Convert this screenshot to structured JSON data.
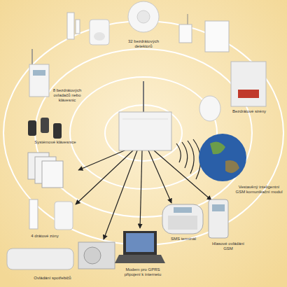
{
  "diagram": {
    "labels": [
      "32 bezdrátových detektorů",
      "8 bezdrátových ovladačů nebo klávesnic",
      "Bezdrátové sirény",
      "Systémové klávesnice",
      "Vestavěný inteligentní GSM komunikační modul",
      "4 drátové zóny",
      "SMS terminál",
      "Hlasové ovládání GSM",
      "Ovládání spotřebičů",
      "Modem pro GPRS připojení k internetu"
    ]
  }
}
